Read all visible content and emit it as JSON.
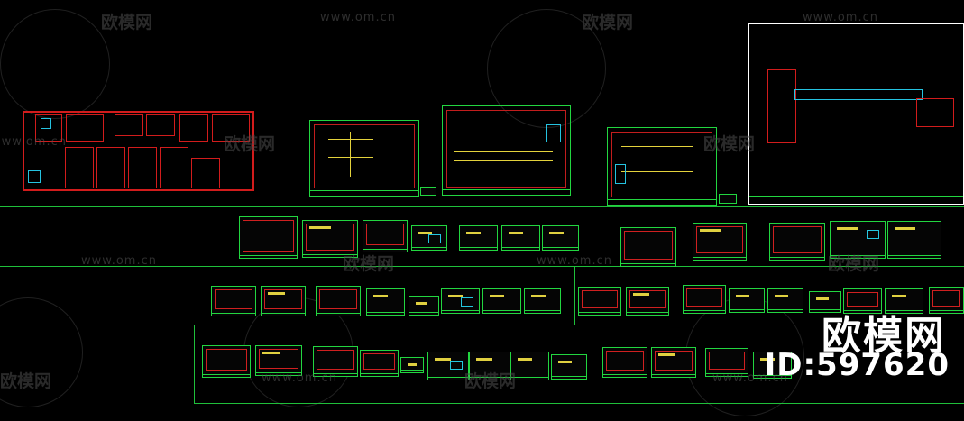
{
  "watermark": {
    "brand": "欧模网",
    "url": "www.om.cn",
    "big_brand": "欧模网",
    "big_id": "ID:597620"
  },
  "colors": {
    "background": "#000000",
    "frame_green": "#22d640",
    "line_red": "#d21c1c",
    "line_yellow": "#e3d23c",
    "line_cyan": "#25c3e0"
  }
}
